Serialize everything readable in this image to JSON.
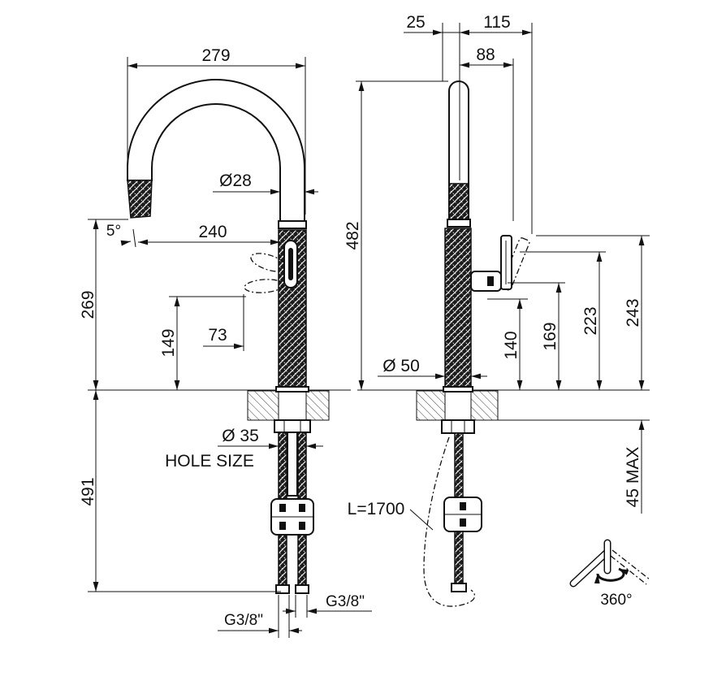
{
  "colors": {
    "ink": "#111111",
    "background": "#ffffff",
    "hatch": "#444444"
  },
  "front_view": {
    "overall_width": "279",
    "spout_diameter": "Ø28",
    "nozzle_tilt": "5°",
    "spout_reach": "240",
    "spout_outlet_height": "269",
    "handle_height": "149",
    "handle_offset": "73",
    "hole_diameter": "Ø 35",
    "hole_caption": "HOLE SIZE",
    "below_counter_length": "491",
    "connection_left": "G3/8\"",
    "connection_right": "G3/8\""
  },
  "side_view": {
    "spout_offset": "25",
    "overall_depth": "115",
    "handle_depth": "88",
    "overall_height": "482",
    "body_diameter": "Ø 50",
    "handle_pivot_height": "140",
    "handle_lower_height": "169",
    "handle_upper_height": "223",
    "handle_top_height": "243",
    "counter_thickness": "45 MAX",
    "hose_length": "L=1700"
  },
  "rotation": {
    "label": "360°",
    "icon": "rotation-360-icon"
  }
}
